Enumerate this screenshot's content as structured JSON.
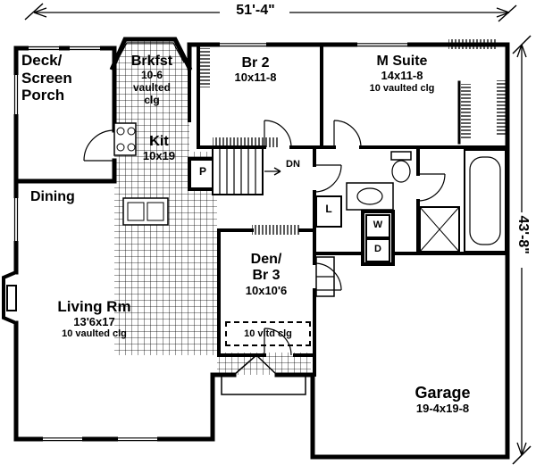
{
  "plan": {
    "width_dim": "51'-4\"",
    "height_dim": "43'-8\""
  },
  "rooms": {
    "deck": {
      "line1": "Deck/",
      "line2": "Screen",
      "line3": "Porch"
    },
    "brkfst": {
      "name": "Brkfst",
      "size": "10-6",
      "note_line1": "vaulted",
      "note_line2": "clg"
    },
    "br2": {
      "name": "Br 2",
      "size": "10x11-8"
    },
    "msuite": {
      "name": "M Suite",
      "size": "14x11-8",
      "note": "10 vaulted clg"
    },
    "kit": {
      "name": "Kit",
      "size": "10x19"
    },
    "dining": {
      "name": "Dining"
    },
    "den": {
      "line1": "Den/",
      "line2": "Br 3",
      "size": "10x10'6",
      "note": "10 vltd clg"
    },
    "living": {
      "name": "Living Rm",
      "size": "13'6x17",
      "note": "10 vaulted clg"
    },
    "garage": {
      "name": "Garage",
      "size": "19-4x19-8"
    }
  },
  "markers": {
    "stairs_down": "DN",
    "pantry": "P",
    "linen": "L",
    "washer": "W",
    "dryer": "D"
  },
  "colors": {
    "ink": "#000000",
    "paper": "#ffffff"
  }
}
